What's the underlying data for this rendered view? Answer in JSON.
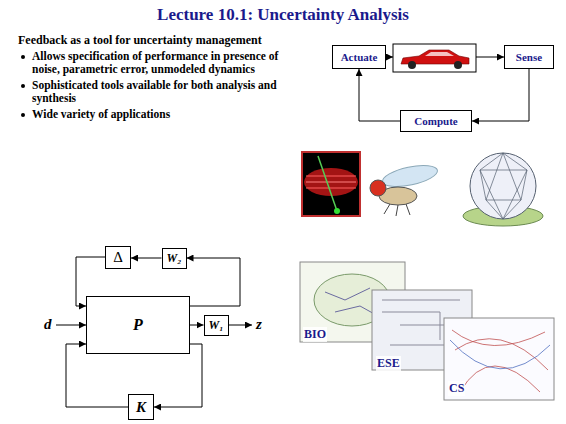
{
  "diagram": {
    "title": "Lecture 10.1: Uncertainty Analysis",
    "nodes": [
      {
        "text": [
          "Actuate"
        ]
      },
      {
        "text": [
          "Sense"
        ]
      },
      {
        "text": [
          "Compute"
        ]
      },
      {
        "text": [
          "Δ"
        ]
      },
      {
        "text": [
          "W₂"
        ]
      },
      {
        "text": [
          "P"
        ]
      },
      {
        "text": [
          "W₁"
        ]
      },
      {
        "text": [
          "K"
        ]
      }
    ],
    "edges": [
      {
        "from": 1,
        "to": 2,
        "arrow": "to"
      },
      {
        "from": 2,
        "to": 0,
        "arrow": "to"
      },
      {
        "from": 4,
        "to": 3,
        "arrow": "to"
      },
      {
        "from": 3,
        "to": 5,
        "arrow": "to"
      },
      {
        "from": 5,
        "to": 4,
        "arrow": "to"
      },
      {
        "from": 5,
        "to": 6,
        "arrow": "to"
      },
      {
        "from": 5,
        "to": 7,
        "arrow": "to"
      },
      {
        "from": 7,
        "to": 5,
        "arrow": "to"
      }
    ],
    "labels": [
      "Feedback as a tool for uncertainty management",
      "Allows specification of performance in presence of noise, parametric error, unmodeled dynamics",
      "Sophisticated tools available for both analysis and synthesis",
      "Wide variety of applications",
      "d",
      "z",
      "BIO",
      "ESE",
      "CS"
    ]
  }
}
